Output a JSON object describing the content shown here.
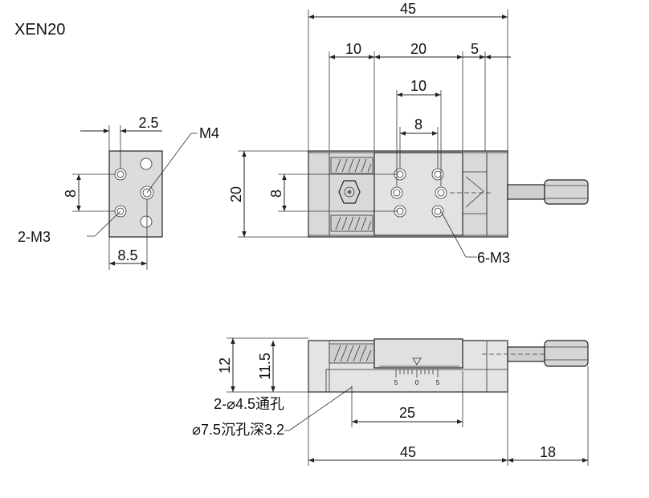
{
  "title": "XEN20",
  "dimensions": {
    "top_total": "45",
    "top_left": "10",
    "top_mid": "20",
    "top_right": "5",
    "inner_10": "10",
    "inner_8": "8",
    "plan_height": "20",
    "plan_8": "8",
    "side_2_5": "2.5",
    "side_8": "8",
    "side_8_5": "8.5",
    "front_12": "12",
    "front_11_5": "11.5",
    "front_25": "25",
    "bottom_45": "45",
    "bottom_18": "18"
  },
  "callouts": {
    "m4": "M4",
    "two_m3": "2-M3",
    "six_m3": "6-M3",
    "through_hole": "2-⌀4.5通孔",
    "counterbore": "⌀7.5沉孔深3.2"
  },
  "scale_ticks": [
    "5",
    "0",
    "5"
  ],
  "colors": {
    "face": "#dcdcdc",
    "body": "#cfcfcf",
    "line": "#222222"
  }
}
